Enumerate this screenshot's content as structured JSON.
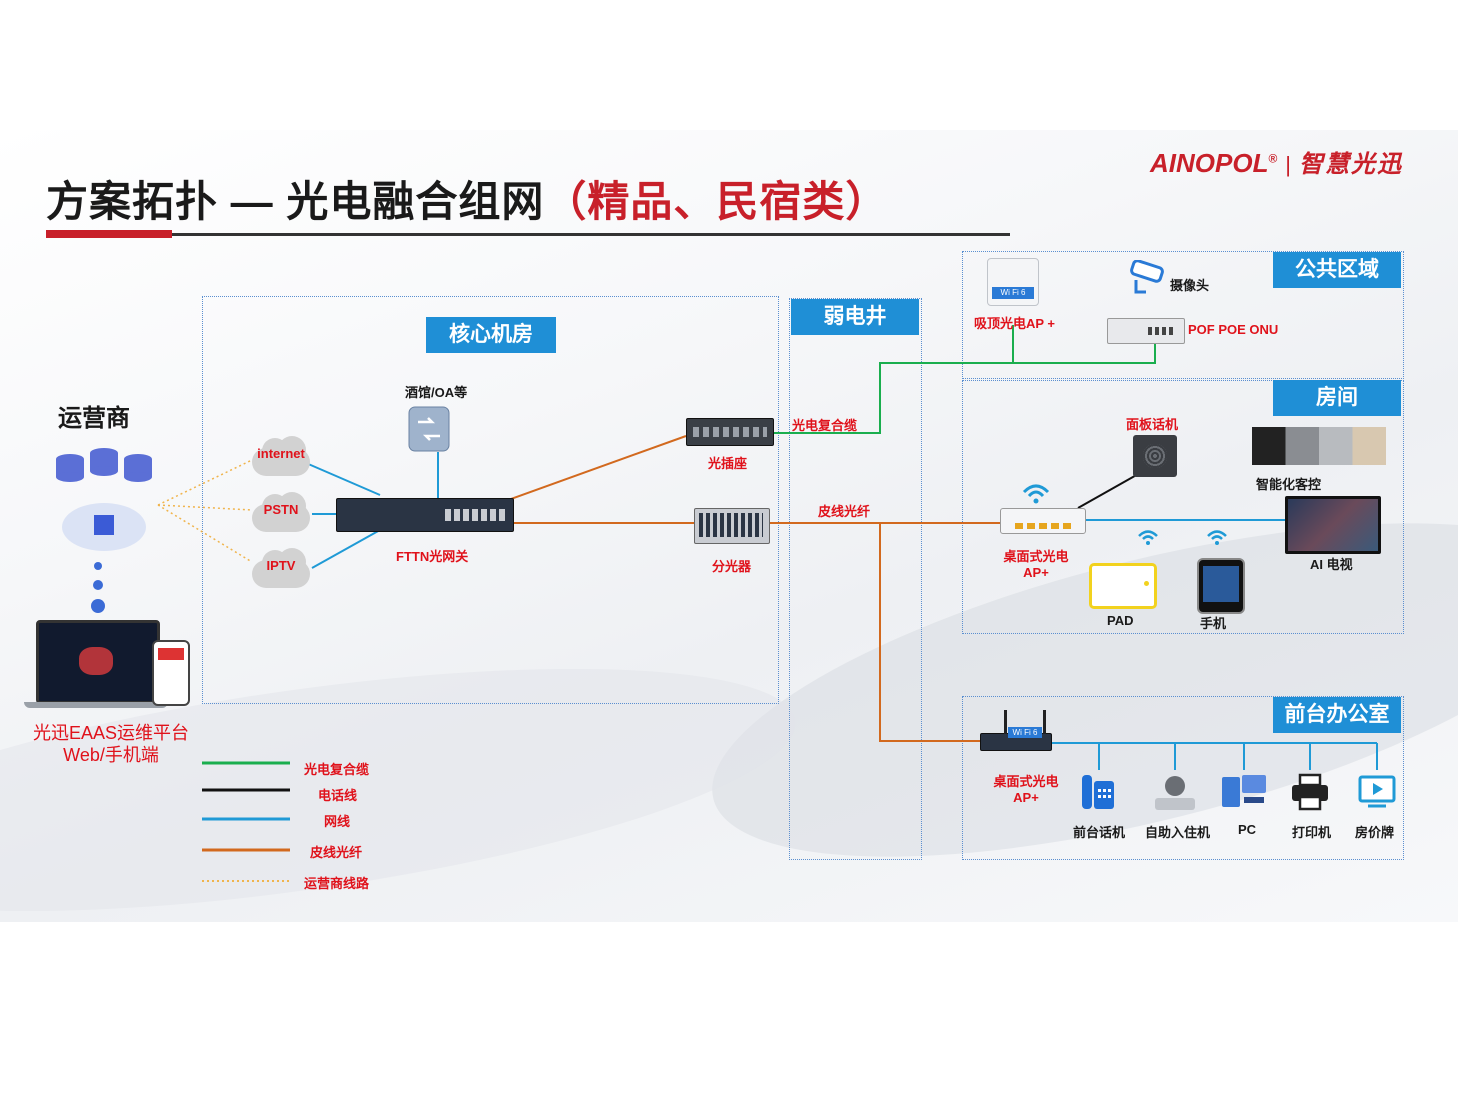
{
  "title": {
    "main": "方案拓扑 — 光电融合组网",
    "suffix": "（精品、民宿类）"
  },
  "logo": {
    "brand": "AINOPOL",
    "mark": "®",
    "separator": "|",
    "chinese": "智慧光迅"
  },
  "zones": {
    "core": "核心机房",
    "weak": "弱电井",
    "public": "公共区域",
    "room": "房间",
    "office": "前台办公室"
  },
  "operator": {
    "label": "运营商",
    "clouds": [
      "internet",
      "PSTN",
      "IPTV"
    ],
    "platform_line1": "光迅EAAS运维平台",
    "platform_line2": "Web/手机端"
  },
  "devices": {
    "hotel_oa": "酒馆/OA等",
    "gateway": "FTTN光网关",
    "optical_socket": "光插座",
    "splitter": "分光器",
    "cable_composite": "光电复合缆",
    "cable_fiber": "皮线光纤",
    "ceiling_ap": "吸顶光电AP +",
    "camera": "摄像头",
    "poe_onu": "POF POE ONU",
    "panel_phone": "面板话机",
    "smart_control": "智能化客控",
    "desktop_ap_room_l1": "桌面式光电",
    "desktop_ap_room_l2": "AP+",
    "ai_tv": "AI 电视",
    "pad": "PAD",
    "phone": "手机",
    "desktop_ap_office_l1": "桌面式光电",
    "desktop_ap_office_l2": "AP+",
    "front_phone": "前台话机",
    "self_checkin": "自助入住机",
    "pc": "PC",
    "printer": "打印机",
    "price_board": "房价牌"
  },
  "legend": [
    {
      "label": "光电复合缆",
      "color": "#1aae4e",
      "style": "solid"
    },
    {
      "label": "电话线",
      "color": "#111111",
      "style": "solid"
    },
    {
      "label": "网线",
      "color": "#1f9ad6",
      "style": "solid"
    },
    {
      "label": "皮线光纤",
      "color": "#d2691e",
      "style": "solid"
    },
    {
      "label": "运营商线路",
      "color": "#f0b44c",
      "style": "dotted"
    }
  ],
  "wifi_badge": "Wi Fi 6"
}
